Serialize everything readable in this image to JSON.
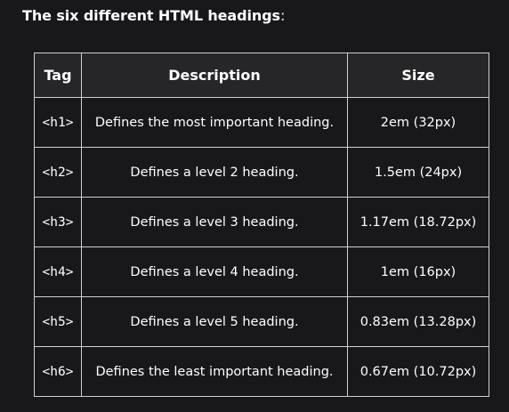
{
  "intro": {
    "text": "The six different HTML headings",
    "colon": ":"
  },
  "table": {
    "headers": {
      "tag": "Tag",
      "description": "Description",
      "size": "Size"
    },
    "rows": [
      {
        "tag": "<h1>",
        "description": "Defines the most important heading.",
        "size": "2em (32px)"
      },
      {
        "tag": "<h2>",
        "description": "Defines a level 2 heading.",
        "size": "1.5em (24px)"
      },
      {
        "tag": "<h3>",
        "description": "Defines a level 3 heading.",
        "size": "1.17em (18.72px)"
      },
      {
        "tag": "<h4>",
        "description": "Defines a level 4 heading.",
        "size": "1em (16px)"
      },
      {
        "tag": "<h5>",
        "description": "Defines a level 5 heading.",
        "size": "0.83em (13.28px)"
      },
      {
        "tag": "<h6>",
        "description": "Defines the least important heading.",
        "size": "0.67em (10.72px)"
      }
    ]
  },
  "colors": {
    "background": "#18181b",
    "header_background": "#262629",
    "border": "#d0d0d0",
    "text": "#ffffff"
  }
}
